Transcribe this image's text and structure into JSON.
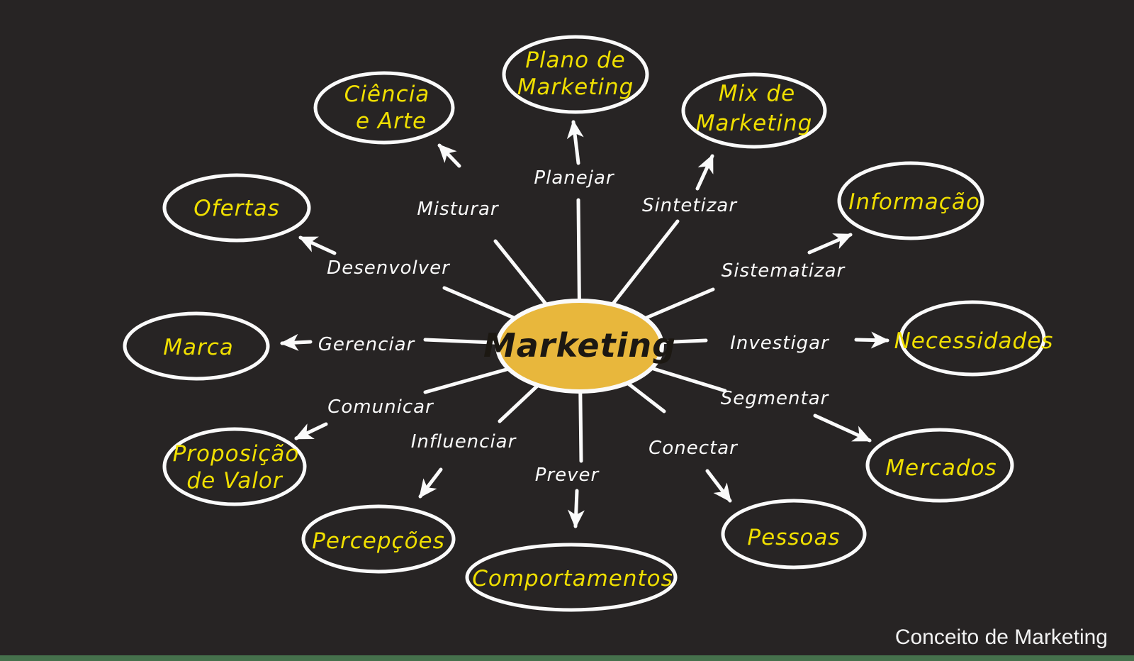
{
  "title_caption": "Conceito de Marketing",
  "center": {
    "label": "Marketing"
  },
  "branches": [
    {
      "verb": "Planejar",
      "lines": [
        "Plano de",
        "Marketing"
      ]
    },
    {
      "verb": "Misturar",
      "lines": [
        "Ciência",
        "e Arte"
      ]
    },
    {
      "verb": "Sintetizar",
      "lines": [
        "Mix de",
        "Marketing"
      ]
    },
    {
      "verb": "Sistematizar",
      "lines": [
        "Informação"
      ]
    },
    {
      "verb": "Investigar",
      "lines": [
        "Necessidades"
      ]
    },
    {
      "verb": "Segmentar",
      "lines": [
        "Mercados"
      ]
    },
    {
      "verb": "Conectar",
      "lines": [
        "Pessoas"
      ]
    },
    {
      "verb": "Prever",
      "lines": [
        "Comportamentos"
      ]
    },
    {
      "verb": "Influenciar",
      "lines": [
        "Percepções"
      ]
    },
    {
      "verb": "Comunicar",
      "lines": [
        "Proposição",
        "de Valor"
      ]
    },
    {
      "verb": "Gerenciar",
      "lines": [
        "Marca"
      ]
    },
    {
      "verb": "Desenvolver",
      "lines": [
        "Ofertas"
      ]
    }
  ],
  "colors": {
    "background": "#272424",
    "line_and_outline": "#FAFAFA",
    "node_text_yellow": "#F0DF00",
    "center_fill_gold": "#E8B73C",
    "center_text": "#1C1812",
    "caption_text": "#F2F2F2",
    "bottom_bar_green": "#45714C"
  }
}
